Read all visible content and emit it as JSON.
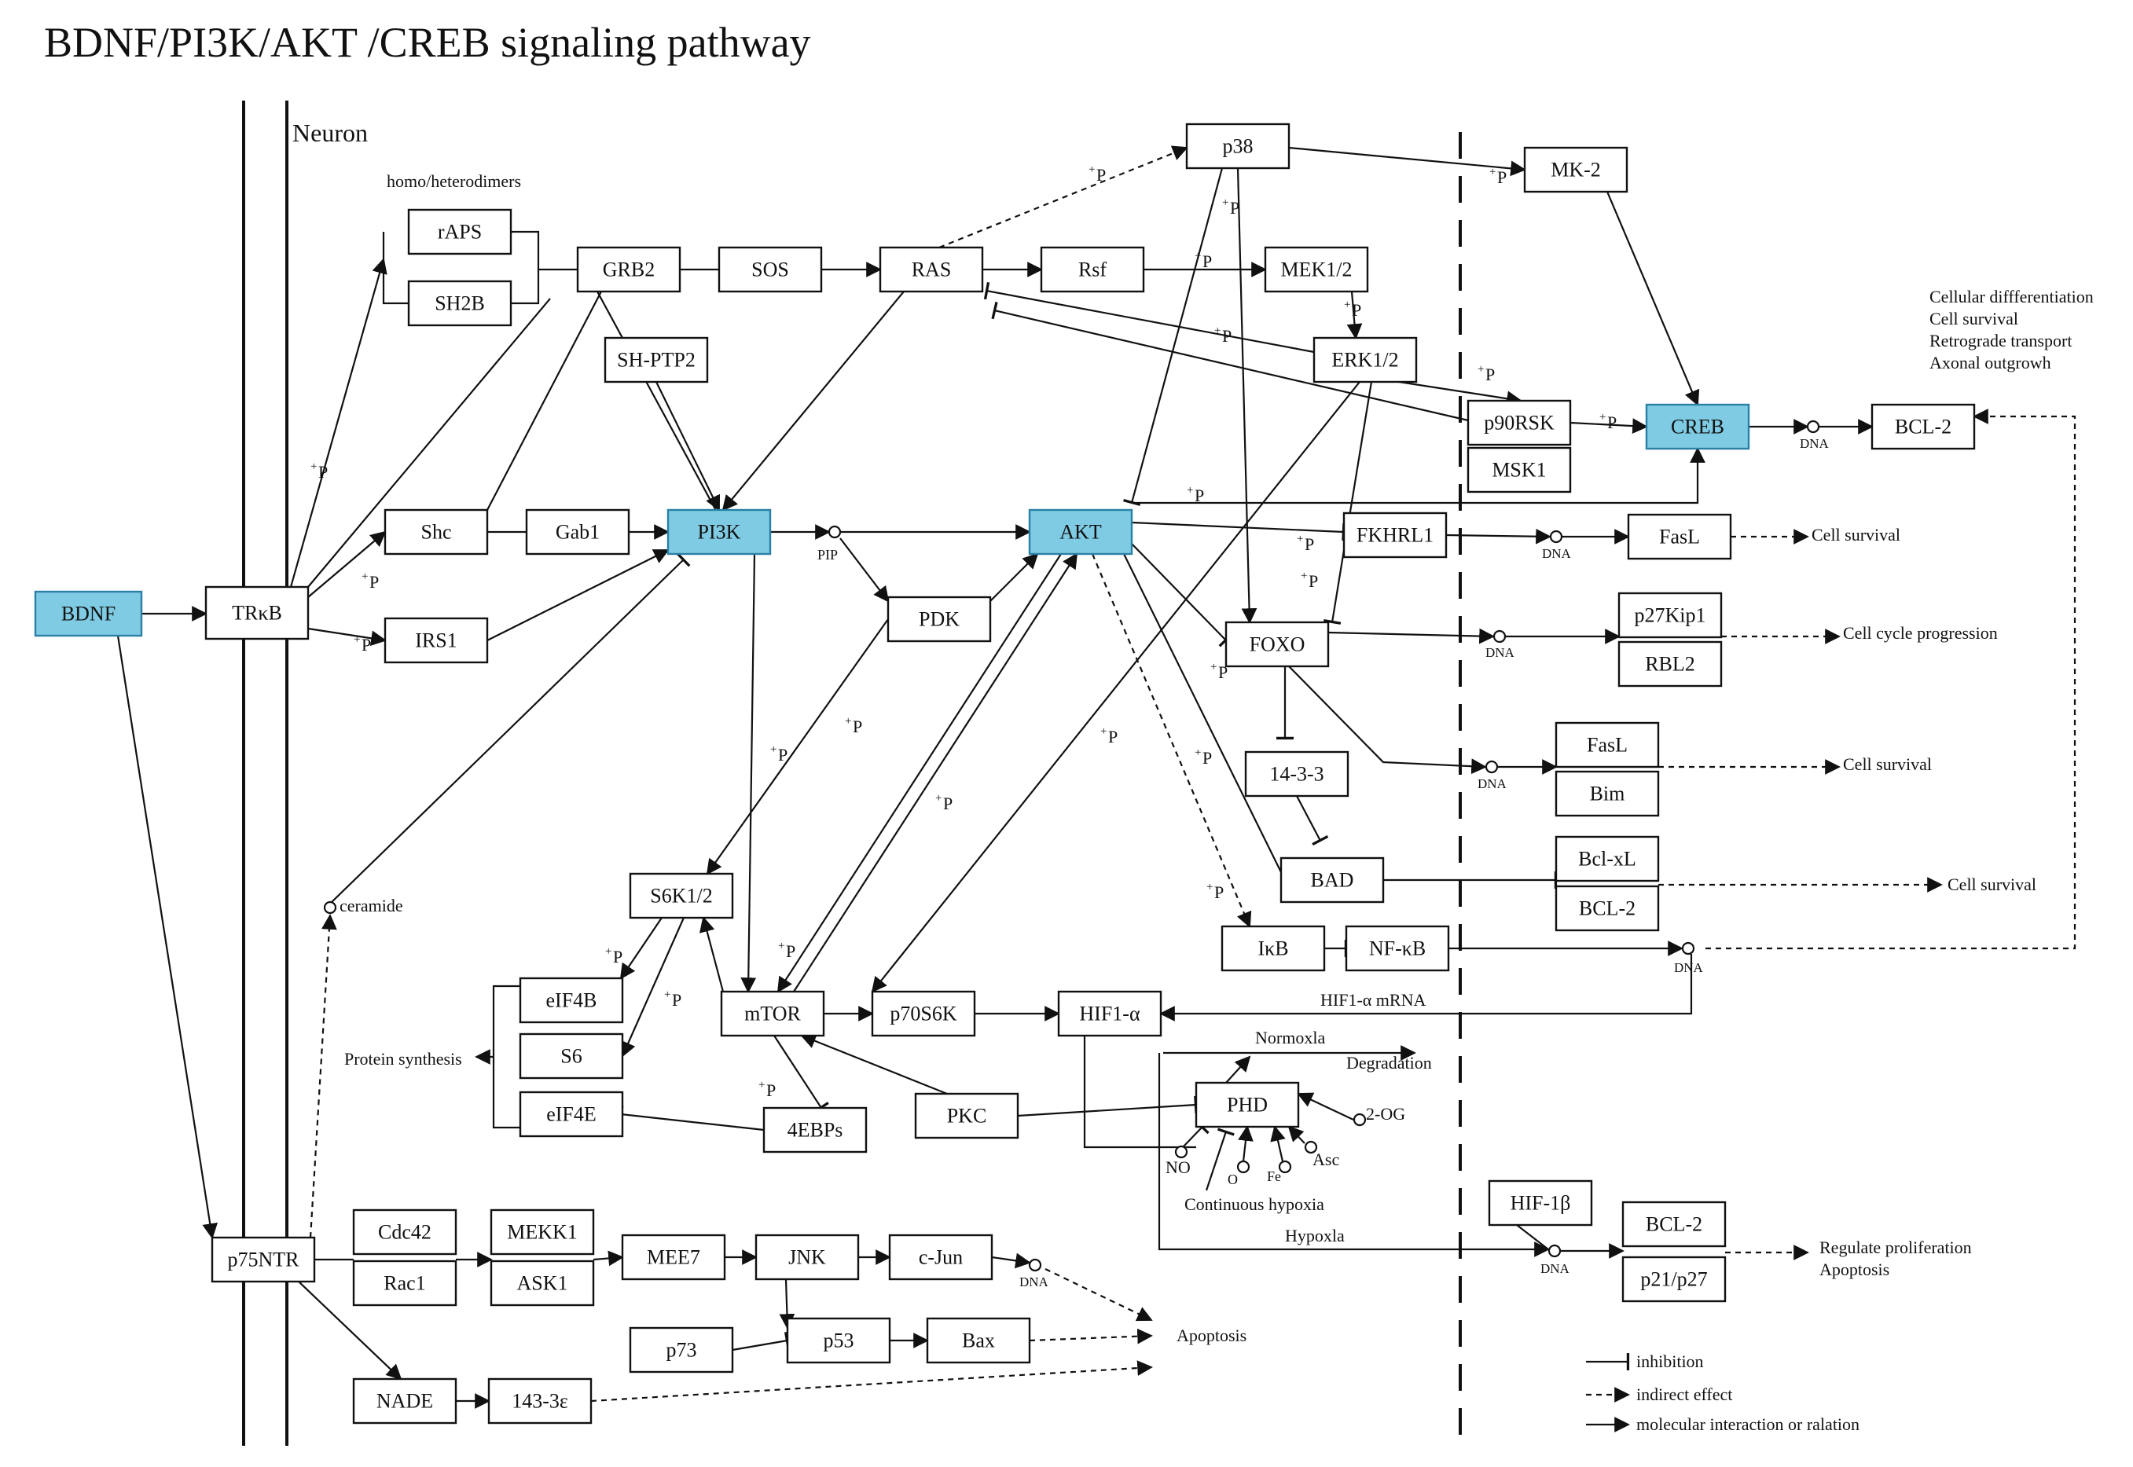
{
  "title": "BDNF/PI3K/AKT /CREB signaling pathway",
  "compartment_label": "Neuron",
  "highlight_color": "#7fcbe3",
  "nodes": [
    {
      "id": "BDNF",
      "label": "BDNF",
      "highlight": true
    },
    {
      "id": "TRkB",
      "label": "TRκB"
    },
    {
      "id": "rAPS",
      "label": "rAPS"
    },
    {
      "id": "SH2B",
      "label": "SH2B"
    },
    {
      "id": "GRB2",
      "label": "GRB2"
    },
    {
      "id": "SOS",
      "label": "SOS"
    },
    {
      "id": "RAS",
      "label": "RAS"
    },
    {
      "id": "Rsf",
      "label": "Rsf"
    },
    {
      "id": "MEK12",
      "label": "MEK1/2"
    },
    {
      "id": "ERK12",
      "label": "ERK1/2"
    },
    {
      "id": "SHPTP2",
      "label": "SH-PTP2"
    },
    {
      "id": "p38",
      "label": "p38"
    },
    {
      "id": "MK2",
      "label": "MK-2"
    },
    {
      "id": "p90RSK",
      "label": "p90RSK"
    },
    {
      "id": "MSK1",
      "label": "MSK1"
    },
    {
      "id": "CREB",
      "label": "CREB",
      "highlight": true
    },
    {
      "id": "BCL2a",
      "label": "BCL-2"
    },
    {
      "id": "Shc",
      "label": "Shc"
    },
    {
      "id": "Gab1",
      "label": "Gab1"
    },
    {
      "id": "PI3K",
      "label": "PI3K",
      "highlight": true
    },
    {
      "id": "AKT",
      "label": "AKT",
      "highlight": true
    },
    {
      "id": "FKHRL1",
      "label": "FKHRL1"
    },
    {
      "id": "FasLa",
      "label": "FasL"
    },
    {
      "id": "IRS1",
      "label": "IRS1"
    },
    {
      "id": "PDK",
      "label": "PDK"
    },
    {
      "id": "FOXO",
      "label": "FOXO"
    },
    {
      "id": "p27Kip1",
      "label": "p27Kip1"
    },
    {
      "id": "RBL2",
      "label": "RBL2"
    },
    {
      "id": "FasLb",
      "label": "FasL"
    },
    {
      "id": "Bim",
      "label": "Bim"
    },
    {
      "id": "1433",
      "label": "14-3-3"
    },
    {
      "id": "BAD",
      "label": "BAD"
    },
    {
      "id": "BclxL",
      "label": "Bcl-xL"
    },
    {
      "id": "BCL2b",
      "label": "BCL-2"
    },
    {
      "id": "S6K12",
      "label": "S6K1/2"
    },
    {
      "id": "IkB",
      "label": "IκB"
    },
    {
      "id": "NFkB",
      "label": "NF-κB"
    },
    {
      "id": "eIF4B",
      "label": "eIF4B"
    },
    {
      "id": "S6",
      "label": "S6"
    },
    {
      "id": "eIF4E",
      "label": "eIF4E"
    },
    {
      "id": "mTOR",
      "label": "mTOR"
    },
    {
      "id": "p70S6K",
      "label": "p70S6K"
    },
    {
      "id": "HIF1a",
      "label": "HIF1-α"
    },
    {
      "id": "4EBPs",
      "label": "4EBPs"
    },
    {
      "id": "PKC",
      "label": "PKC"
    },
    {
      "id": "PHD",
      "label": "PHD"
    },
    {
      "id": "HIF1b",
      "label": "HIF-1β"
    },
    {
      "id": "BCL2c",
      "label": "BCL-2"
    },
    {
      "id": "p21p27",
      "label": "p21/p27"
    },
    {
      "id": "p75NTR",
      "label": "p75NTR"
    },
    {
      "id": "Cdc42",
      "label": "Cdc42"
    },
    {
      "id": "Rac1",
      "label": "Rac1"
    },
    {
      "id": "MEKK1",
      "label": "MEKK1"
    },
    {
      "id": "ASK1",
      "label": "ASK1"
    },
    {
      "id": "MEE7",
      "label": "MEE7"
    },
    {
      "id": "JNK",
      "label": "JNK"
    },
    {
      "id": "cJun",
      "label": "c-Jun"
    },
    {
      "id": "p73",
      "label": "p73"
    },
    {
      "id": "p53",
      "label": "p53"
    },
    {
      "id": "Bax",
      "label": "Bax"
    },
    {
      "id": "NADE",
      "label": "NADE"
    },
    {
      "id": "1433e",
      "label": "143-3ε"
    }
  ],
  "labels": [
    {
      "id": "homo",
      "text": "homo/heterodimers"
    },
    {
      "id": "outcomes1",
      "text": "Cellular diffferentiation"
    },
    {
      "id": "outcomes2",
      "text": "Cell survival"
    },
    {
      "id": "outcomes3",
      "text": "Retrograde transport"
    },
    {
      "id": "outcomes4",
      "text": "Axonal outgrowh"
    },
    {
      "id": "cs1",
      "text": "Cell survival"
    },
    {
      "id": "ccp",
      "text": "Cell  cycle progression"
    },
    {
      "id": "cs2",
      "text": "Cell survival"
    },
    {
      "id": "cs3",
      "text": "Cell survival"
    },
    {
      "id": "ceramide",
      "text": "ceramide"
    },
    {
      "id": "protsyn",
      "text": "Protein synthesis"
    },
    {
      "id": "hifmrna",
      "text": "HIF1-α mRNA"
    },
    {
      "id": "normoxia",
      "text": "Normoxla"
    },
    {
      "id": "degradation",
      "text": "Degradation"
    },
    {
      "id": "og",
      "text": "2-OG"
    },
    {
      "id": "asc",
      "text": "Asc"
    },
    {
      "id": "no",
      "text": "NO"
    },
    {
      "id": "o2",
      "text": "O"
    },
    {
      "id": "fe",
      "text": "Fe"
    },
    {
      "id": "conthyp",
      "text": "Continuous hypoxia"
    },
    {
      "id": "hypoxla",
      "text": "Hypoxla"
    },
    {
      "id": "regprol1",
      "text": "Regulate proliferation"
    },
    {
      "id": "regprol2",
      "text": "Apoptosis"
    },
    {
      "id": "apoptosis",
      "text": "Apoptosis"
    },
    {
      "id": "pip3",
      "text": "PIP"
    }
  ],
  "dna_label": "DNA",
  "phospho_label": "P",
  "legend": {
    "inhibition": "inhibition",
    "indirect": "indirect effect",
    "interaction": "molecular interaction or ralation"
  }
}
